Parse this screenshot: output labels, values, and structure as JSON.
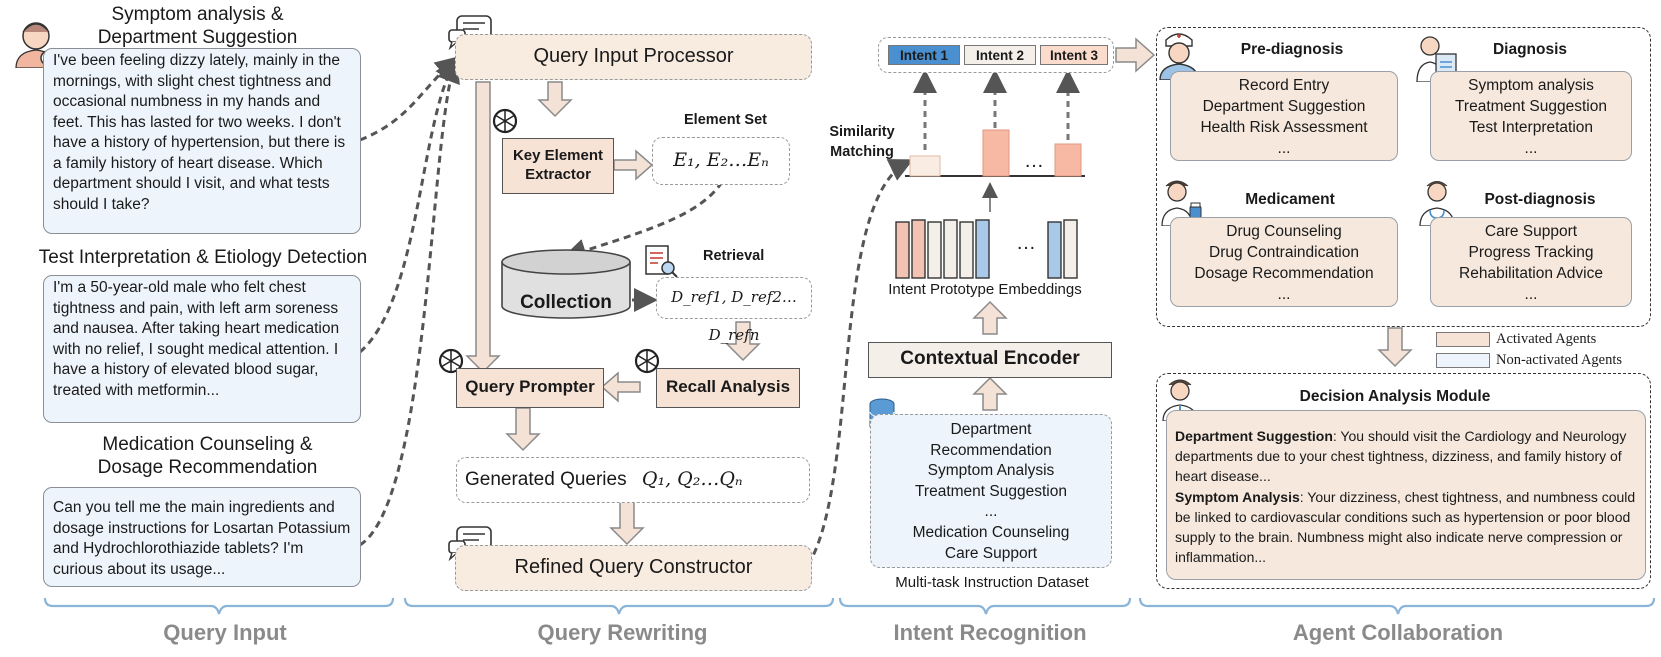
{
  "query_input": {
    "q1_title": "Symptom analysis & Department Suggestion",
    "q1_text": "I've been feeling dizzy lately, mainly in the mornings, with slight chest tightness and occasional numbness in my hands and feet. This has lasted for two weeks. I don't have a history of hypertension, but there is a family history of heart disease. Which department should I visit, and what tests should I take?",
    "q2_title": "Test Interpretation & Etiology Detection",
    "q2_text": "I'm a 50-year-old male who felt chest tightness and pain, with left arm soreness and nausea. After taking heart medication with no relief, I sought medical attention. I have a history of elevated blood sugar, treated with metformin...",
    "q3_title": "Medication Counseling & Dosage Recommendation",
    "q3_text": "Can you tell me the main ingredients and dosage instructions for Losartan Potassium and Hydrochlorothiazide tablets? I'm curious about its usage..."
  },
  "query_rewriting": {
    "input_processor": "Query Input Processor",
    "key_element_extractor": "Key Element Extractor",
    "element_set_label": "Element Set",
    "element_set_formula": "E₁, E₂…Eₙ",
    "collection": "Collection",
    "retrieval": "Retrieval",
    "retrieval_formula": "D_ref1, D_ref2…D_refn",
    "recall_analysis": "Recall Analysis",
    "query_prompter": "Query Prompter",
    "generated_queries": "Generated Queries",
    "generated_formula": "Q₁, Q₂…Qₙ",
    "refined_constructor": "Refined Query Constructor"
  },
  "intent_recognition": {
    "intents": [
      "Intent 1",
      "Intent 2",
      "Intent 3"
    ],
    "similarity_matching": "Similarity Matching",
    "ellipsis": "…",
    "prototype_embeddings": "Intent Prototype Embeddings",
    "contextual_encoder": "Contextual Encoder",
    "dataset_items": [
      "Department",
      "Recommendation",
      "Symptom Analysis",
      "Treatment Suggestion",
      "...",
      "Medication Counseling",
      "Care Support"
    ],
    "dataset_label": "Multi-task Instruction Dataset"
  },
  "agent_collaboration": {
    "agents": [
      {
        "title": "Pre-diagnosis",
        "items": [
          "Record Entry",
          "Department Suggestion",
          "Health Risk Assessment",
          "..."
        ]
      },
      {
        "title": "Diagnosis",
        "items": [
          "Symptom analysis",
          "Treatment Suggestion",
          "Test Interpretation",
          "..."
        ]
      },
      {
        "title": "Medicament",
        "items": [
          "Drug Counseling",
          "Drug Contraindication",
          "Dosage Recommendation",
          "..."
        ]
      },
      {
        "title": "Post-diagnosis",
        "items": [
          "Care Support",
          "Progress Tracking",
          "Rehabilitation Advice",
          "..."
        ]
      }
    ],
    "legend": [
      "Activated Agents",
      "Non-activated Agents"
    ],
    "decision_title": "Decision Analysis Module",
    "decision_p1_label": "Department Suggestion",
    "decision_p1_text": ": You should visit the Cardiology and Neurology departments due to your chest tightness, dizziness, and family history of heart disease...",
    "decision_p2_label": "Symptom Analysis",
    "decision_p2_text": ": Your dizziness, chest tightness, and numbness could be linked to cardiovascular conditions such as hypertension or poor blood supply to the brain. Numbness might also indicate nerve compression or inflammation..."
  },
  "sections": [
    "Query Input",
    "Query Rewriting",
    "Intent Recognition",
    "Agent Collaboration"
  ],
  "colors": {
    "query_bg": "#eef4fb",
    "peach": "#f6e3d6",
    "intent1": "#4a8fd0",
    "intent3": "#fbdccc",
    "bracket": "#8ab4d8",
    "section_text": "#8a8a8a"
  }
}
